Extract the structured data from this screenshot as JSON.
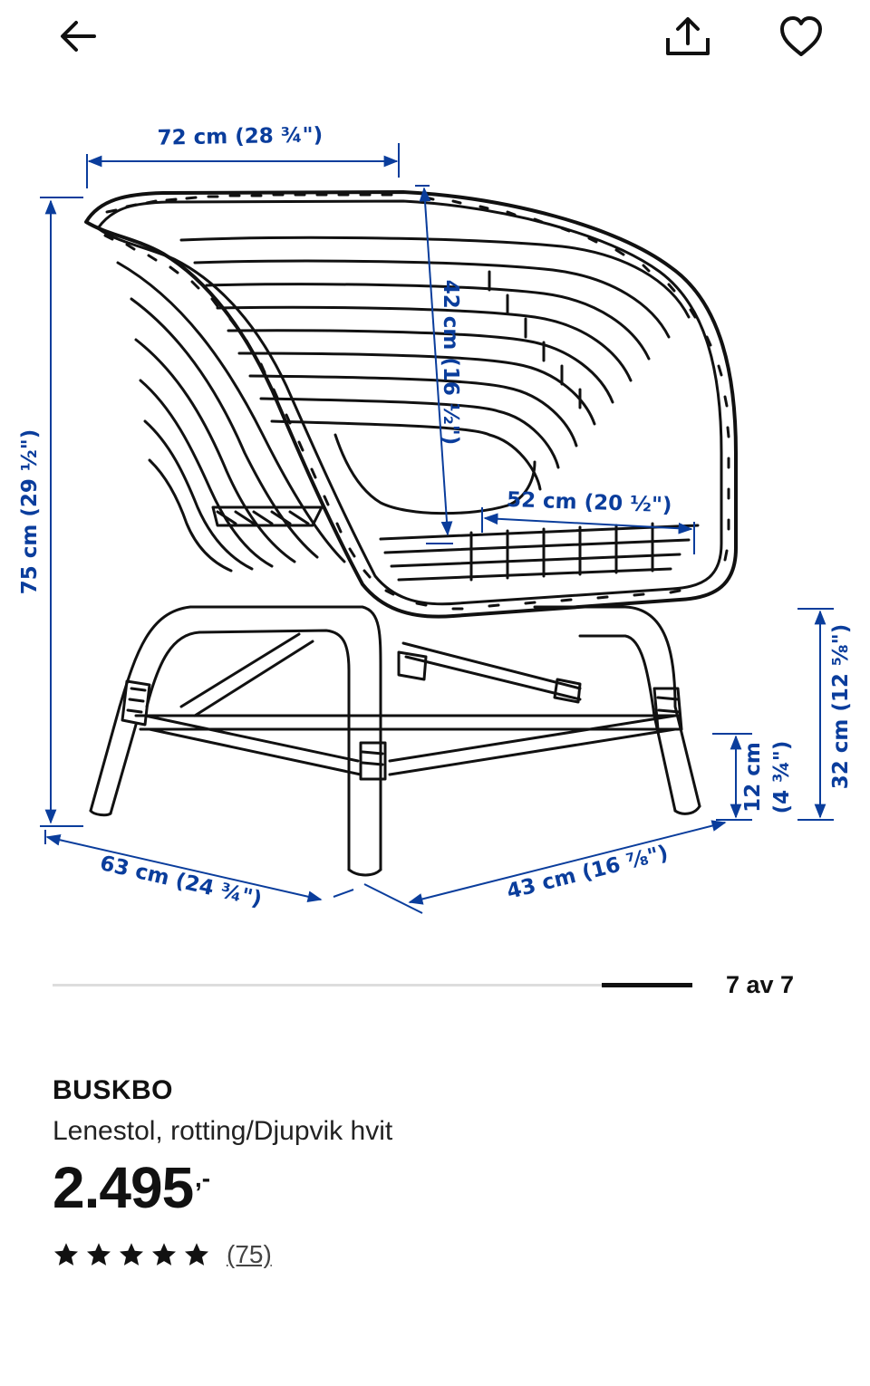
{
  "header": {
    "back_icon": "arrow-left-icon",
    "share_icon": "share-icon",
    "favorite_icon": "heart-icon"
  },
  "gallery": {
    "dimensions": {
      "width_top": "72 cm (28 ¾\")",
      "back_height": "42 cm (16 ½\")",
      "total_height": "75 cm (29 ½\")",
      "seat_width": "52 cm (20 ½\")",
      "seat_height": "32 cm (12 ⅝\")",
      "stretcher_height": "12 cm",
      "stretcher_height_in": "(4 ¾\")",
      "depth": "63 cm (24 ¾\")",
      "seat_depth": "43 cm (16 ⅞\")"
    },
    "colors": {
      "dimension": "#0a3d9c",
      "drawing": "#111111"
    }
  },
  "pager": {
    "label": "7 av 7",
    "current": 7,
    "total": 7
  },
  "product": {
    "name": "BUSKBO",
    "description": "Lenestol, rotting/Djupvik hvit",
    "price": "2.495",
    "price_suffix": ",-",
    "rating_stars": 5,
    "review_count": "(75)"
  }
}
